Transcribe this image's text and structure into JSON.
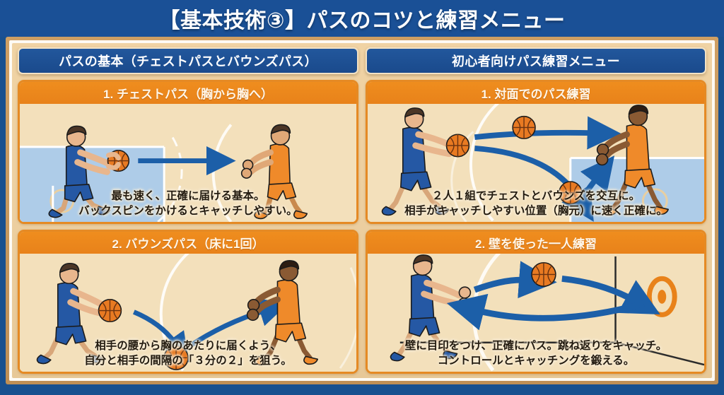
{
  "title": "【基本技術③】パスのコツと練習メニュー",
  "colors": {
    "navy": "#1a5096",
    "gold_frame": "#c89a5f",
    "orange": "#e8821a",
    "board": "#eccfa0",
    "panel_bg": "#f6ead2",
    "court_tan": "#f3e0bb",
    "court_key_blue": "#aecce8",
    "jersey_blue": "#2558a4",
    "jersey_orange": "#ef8a2a",
    "ball_orange": "#e87a22",
    "arrow_blue": "#1c5fa8"
  },
  "columns": [
    {
      "header": "パスの基本（チェストパスとバウンズパス）",
      "sections": [
        {
          "header": "1. チェストパス（胸から胸へ）",
          "caption": [
            "最も速く、正確に届ける基本。",
            "バックスピンをかけるとキャッチしやすい。"
          ],
          "scene": "chest-pass"
        },
        {
          "header": "2. バウンズパス（床に1回）",
          "caption": [
            "相手の腰から胸のあたりに届くよう、",
            "自分と相手の間隔の「３分の２」を狙う。"
          ],
          "scene": "bounce-pass"
        }
      ]
    },
    {
      "header": "初心者向けパス練習メニュー",
      "sections": [
        {
          "header": "1. 対面でのパス練習",
          "caption": [
            "２人１組でチェストとバウンズを交互に。",
            "相手がキャッチしやすい位置（胸元）に速く正確に。"
          ],
          "scene": "pair-practice"
        },
        {
          "header": "2. 壁を使った一人練習",
          "caption": [
            "壁に目印をつけ、正確にパス。跳ね返りをキャッチ。",
            "コントロールとキャッチングを鍛える。"
          ],
          "scene": "wall-practice"
        }
      ]
    }
  ]
}
